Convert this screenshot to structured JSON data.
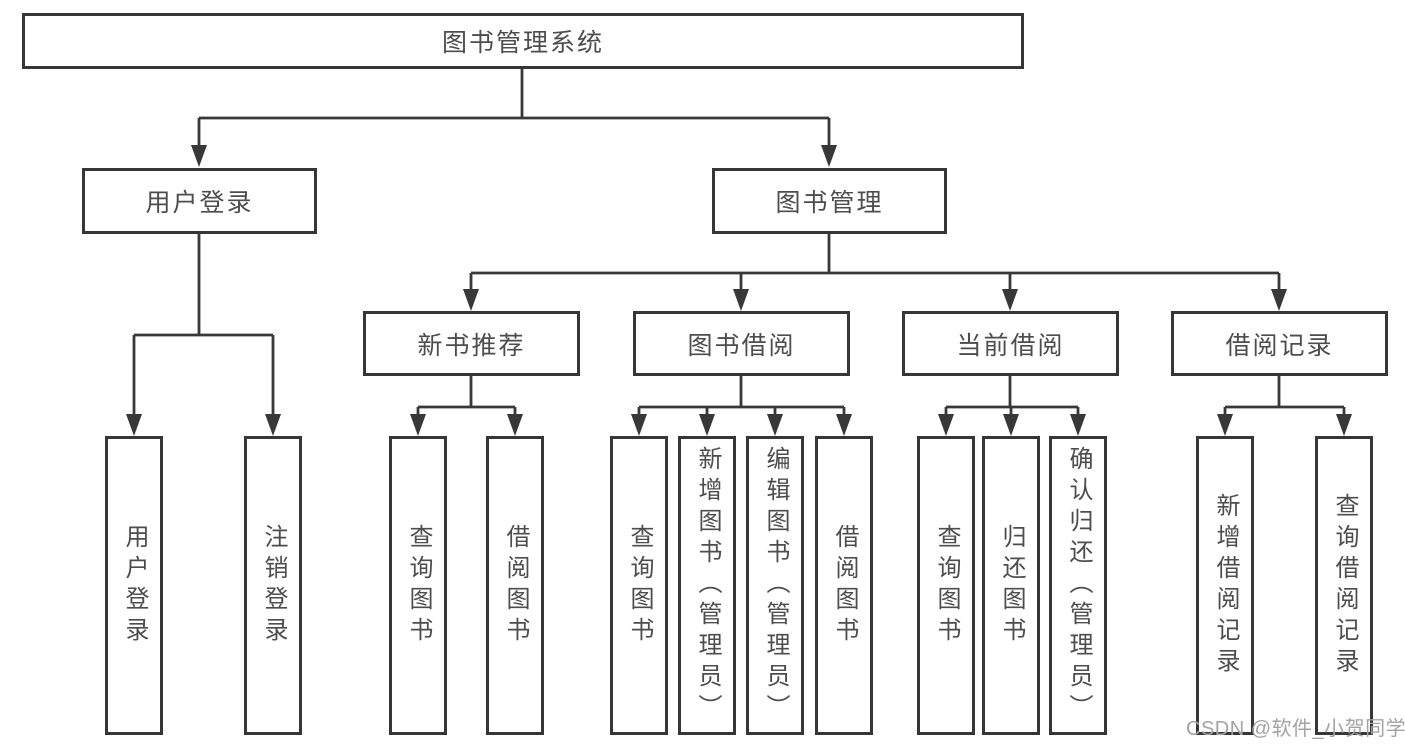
{
  "root": {
    "label": "图书管理系统"
  },
  "branches": [
    {
      "label": "用户登录",
      "leaves": [
        {
          "label": "用户登录"
        },
        {
          "label": "注销登录"
        }
      ]
    },
    {
      "label": "图书管理",
      "sections": [
        {
          "label": "新书推荐",
          "leaves": [
            {
              "label": "查询图书"
            },
            {
              "label": "借阅图书"
            }
          ]
        },
        {
          "label": "图书借阅",
          "leaves": [
            {
              "label": "查询图书"
            },
            {
              "label": "新增图书（管理员）"
            },
            {
              "label": "编辑图书（管理员）"
            },
            {
              "label": "借阅图书"
            }
          ]
        },
        {
          "label": "当前借阅",
          "leaves": [
            {
              "label": "查询图书"
            },
            {
              "label": "归还图书"
            },
            {
              "label": "确认归还（管理员）"
            }
          ]
        },
        {
          "label": "借阅记录",
          "leaves": [
            {
              "label": "新增借阅记录"
            },
            {
              "label": "查询借阅记录"
            }
          ]
        }
      ]
    }
  ],
  "watermark": "CSDN @软件_小贺同学",
  "colors": {
    "line": "#383838",
    "box_border": "#363636",
    "text": "#4d4d4d",
    "watermark": "#a3a3a3",
    "background": "#ffffff"
  }
}
